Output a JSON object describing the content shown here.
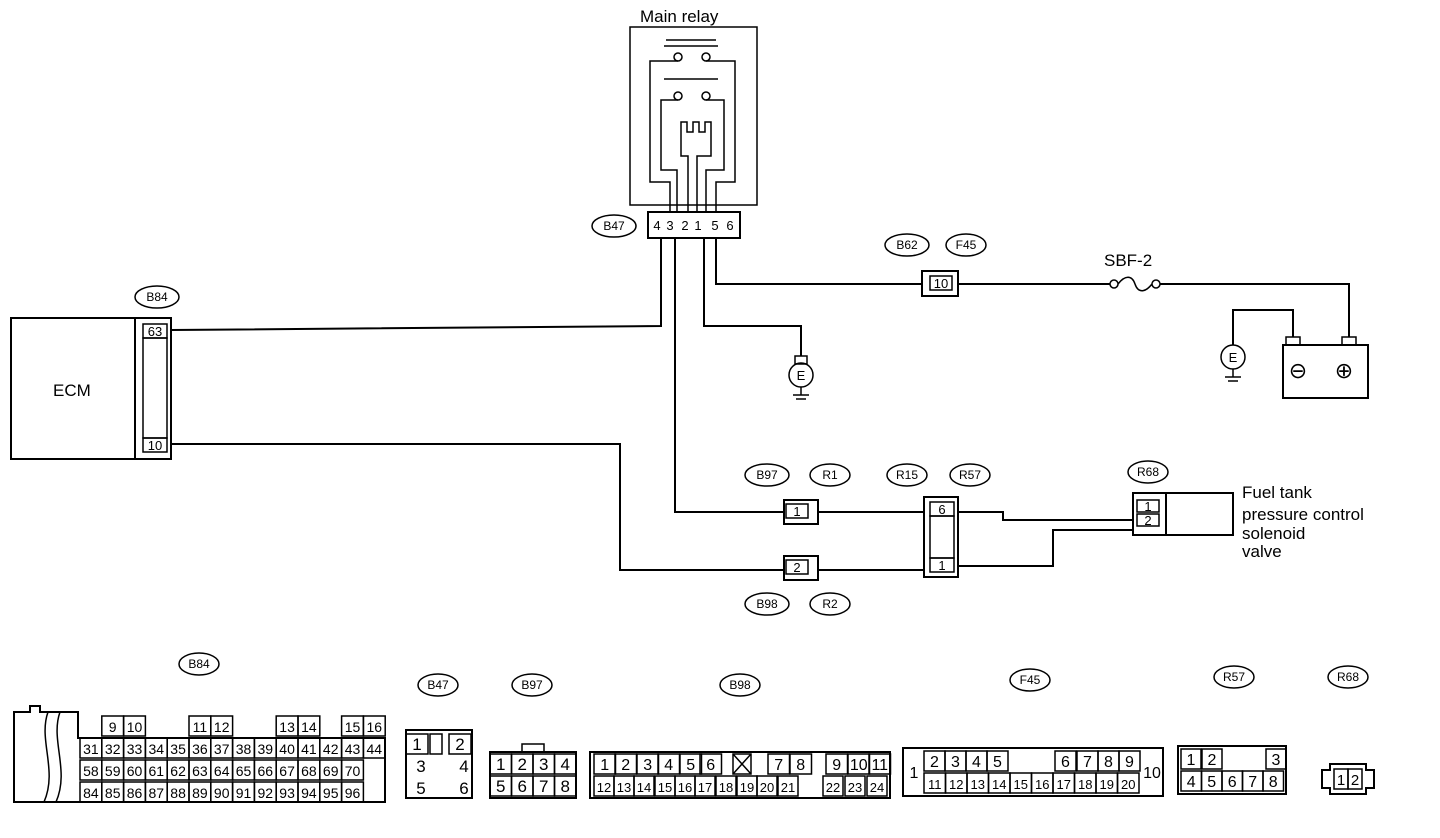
{
  "components": {
    "main_relay": "Main relay",
    "ecm": "ECM",
    "fuse": "SBF-2",
    "solenoid_lines": [
      "Fuel tank",
      "pressure control",
      "solenoid",
      "valve"
    ],
    "ground": "E",
    "battery_neg": "⊖",
    "battery_pos": "⊕"
  },
  "connectors": {
    "b47": "B47",
    "b84": "B84",
    "b62": "B62",
    "f45": "F45",
    "b97": "B97",
    "r1": "R1",
    "r15": "R15",
    "r57": "R57",
    "r68": "R68",
    "b98": "B98",
    "r2": "R2"
  },
  "pins": {
    "relay": [
      "4",
      "3",
      "2",
      "1",
      "5",
      "6"
    ],
    "ecm_63": "63",
    "ecm_10": "10",
    "f45_10": "10",
    "b97_1": "1",
    "b98_2": "2",
    "r57_6": "6",
    "r57_1": "1",
    "r68_1": "1",
    "r68_2": "2"
  },
  "connector_views": {
    "b84_label": "B84",
    "b84_rows": [
      [
        "9",
        "10",
        "11",
        "12",
        "13",
        "14",
        "15",
        "16"
      ],
      [
        "31",
        "32",
        "33",
        "34",
        "35",
        "36",
        "37",
        "38",
        "39",
        "40",
        "41",
        "42",
        "43",
        "44"
      ],
      [
        "58",
        "59",
        "60",
        "61",
        "62",
        "63",
        "64",
        "65",
        "66",
        "67",
        "68",
        "69",
        "70"
      ],
      [
        "84",
        "85",
        "86",
        "87",
        "88",
        "89",
        "90",
        "91",
        "92",
        "93",
        "94",
        "95",
        "96"
      ]
    ],
    "b47_label": "B47",
    "b47_pins": [
      "1",
      "2",
      "3",
      "4",
      "5",
      "6"
    ],
    "b97_label": "B97",
    "b97_pins": [
      "1",
      "2",
      "3",
      "4",
      "5",
      "6",
      "7",
      "8"
    ],
    "b98_label": "B98",
    "b98_row1": [
      "1",
      "2",
      "3",
      "4",
      "5",
      "6",
      "7",
      "8",
      "9",
      "10",
      "11"
    ],
    "b98_row2": [
      "12",
      "13",
      "14",
      "15",
      "16",
      "17",
      "18",
      "19",
      "20",
      "21",
      "22",
      "23",
      "24"
    ],
    "f45_label": "F45",
    "f45_row1": [
      "1",
      "2",
      "3",
      "4",
      "5",
      "6",
      "7",
      "8",
      "9",
      "10"
    ],
    "f45_row2": [
      "11",
      "12",
      "13",
      "14",
      "15",
      "16",
      "17",
      "18",
      "19",
      "20"
    ],
    "r57_label": "R57",
    "r57_row1": [
      "1",
      "2",
      "3"
    ],
    "r57_row2": [
      "4",
      "5",
      "6",
      "7",
      "8"
    ],
    "r68_label": "R68",
    "r68_pins": [
      "1",
      "2"
    ]
  }
}
